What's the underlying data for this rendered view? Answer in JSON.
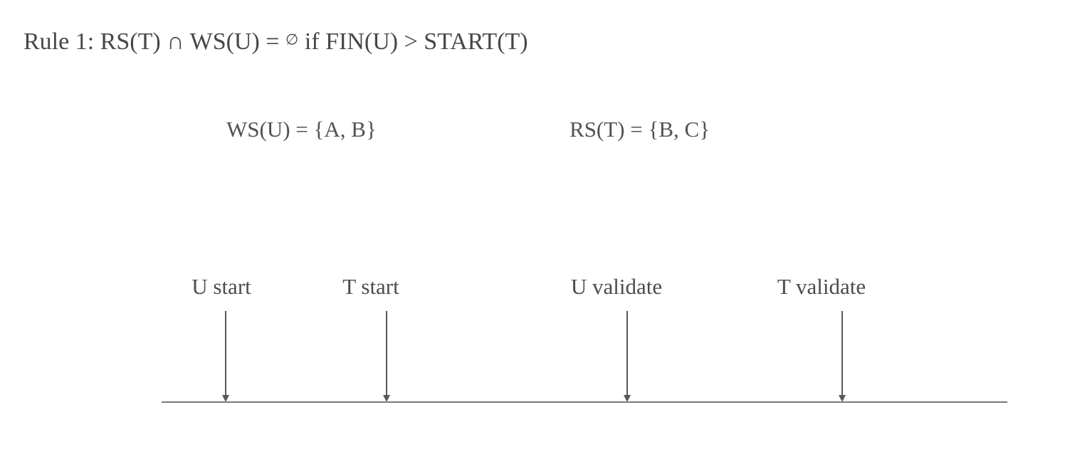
{
  "page": {
    "background_color": "#ffffff",
    "text_color": "#46494c",
    "axis_color": "#77797c",
    "arrow_color": "#56595c"
  },
  "rule": {
    "prefix": "Rule 1: RS(T) ∩ WS(U) = ",
    "empty_set_symbol": "∅",
    "suffix": " if FIN(U) > START(T)"
  },
  "sets": {
    "write_set": "WS(U) = {A, B}",
    "read_set": "RS(T) = {B, C}"
  },
  "timeline": {
    "events": [
      {
        "label": "U start"
      },
      {
        "label": "T start"
      },
      {
        "label": "U validate"
      },
      {
        "label": "T validate"
      }
    ]
  }
}
